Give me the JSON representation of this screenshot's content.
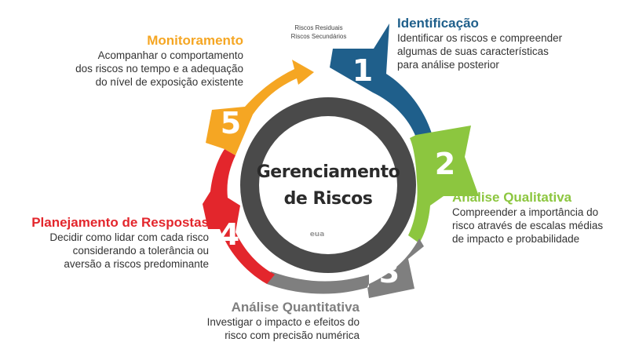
{
  "center": {
    "line1": "Gerenciamento",
    "line2": "de Riscos"
  },
  "watermark": "eua",
  "residual": {
    "line1": "Riscos Residuais",
    "line2": "Riscos Secundários"
  },
  "colors": {
    "step1": "#1f5f8b",
    "step2": "#8cc63f",
    "step3": "#7f7f7f",
    "step4": "#e3262c",
    "step5": "#f5a623",
    "ring_outer": "#4a4a4a",
    "ring_inner": "#ffffff"
  },
  "steps": [
    {
      "number": "1",
      "title": "Identificação",
      "desc1": "Identificar os riscos e compreender",
      "desc2": "algumas de suas características",
      "desc3": "para análise posterior"
    },
    {
      "number": "2",
      "title": "Análise Qualitativa",
      "desc1": "Compreender a importância do",
      "desc2": "risco através de escalas médias",
      "desc3": "de impacto e probabilidade"
    },
    {
      "number": "3",
      "title": "Análise Quantitativa",
      "desc1": "Investigar o impacto e efeitos do",
      "desc2": "risco com precisão numérica",
      "desc3": ""
    },
    {
      "number": "4",
      "title": "Planejamento de Respostas",
      "desc1": "Decidir como lidar com cada risco",
      "desc2": "considerando a tolerância ou",
      "desc3": "aversão a riscos predominante"
    },
    {
      "number": "5",
      "title": "Monitoramento",
      "desc1": "Acompanhar o comportamento",
      "desc2": "dos riscos no tempo e a adequação",
      "desc3": "do nível de exposição existente"
    }
  ]
}
